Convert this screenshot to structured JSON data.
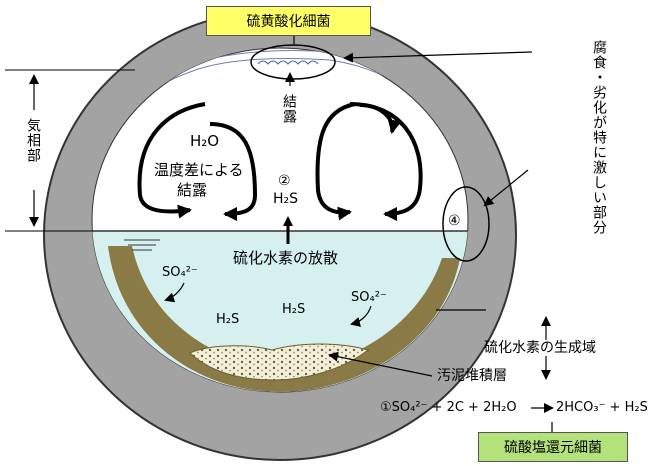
{
  "labels": {
    "top_bacteria": "硫黄酸化細菌",
    "bottom_bacteria": "硫酸塩還元細菌",
    "corrosion": "腐食・劣化が特に激しい部分",
    "gas_phase": "気相部",
    "condensation": "結露",
    "h2o": "H₂O",
    "temp_condensation_1": "温度差による",
    "temp_condensation_2": "結露",
    "circle2": "②",
    "h2s_gas": "H₂S",
    "circle4": "④",
    "diffusion": "硫化水素の放散",
    "so4_left": "SO₄²⁻",
    "h2s_left": "H₂S",
    "h2s_mid": "H₂S",
    "so4_right": "SO₄²⁻",
    "generation_zone": "硫化水素の生成域",
    "sludge": "汚泥堆積層",
    "equation_left": "①SO₄²⁻ + 2C + 2H₂O",
    "equation_right": "2HCO₃⁻ + H₂S"
  },
  "colors": {
    "bacteria_box": "#ffff66",
    "bacteria_box_bottom": "#b3e27a",
    "pipe_wall": "#a3a3a3",
    "water": "#d6f0f0",
    "sludge_band": "#8a7a45"
  }
}
